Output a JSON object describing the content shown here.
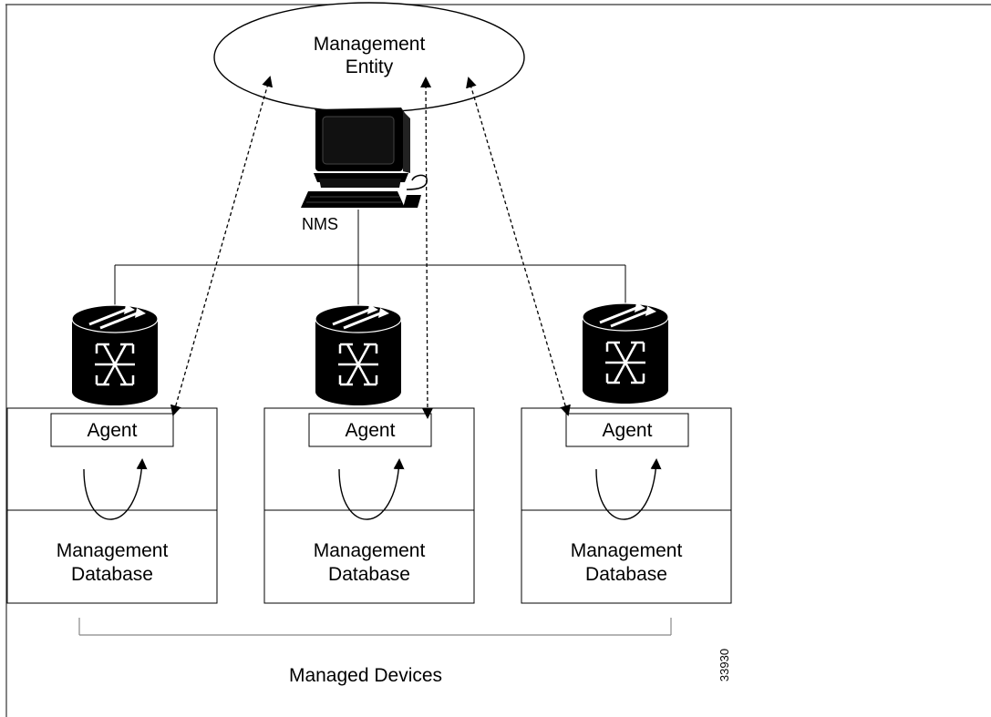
{
  "management_entity": {
    "line1": "Management",
    "line2": "Entity"
  },
  "nms_label": "NMS",
  "devices": [
    {
      "agent": "Agent",
      "db_line1": "Management",
      "db_line2": "Database",
      "icon": "router-icon"
    },
    {
      "agent": "Agent",
      "db_line1": "Management",
      "db_line2": "Database",
      "icon": "router-icon"
    },
    {
      "agent": "Agent",
      "db_line1": "Management",
      "db_line2": "Database",
      "icon": "router-icon"
    }
  ],
  "managed_devices_label": "Managed Devices",
  "figure_id": "33930",
  "colors": {
    "stroke": "#000000",
    "background": "#ffffff",
    "frame": "#333333"
  }
}
